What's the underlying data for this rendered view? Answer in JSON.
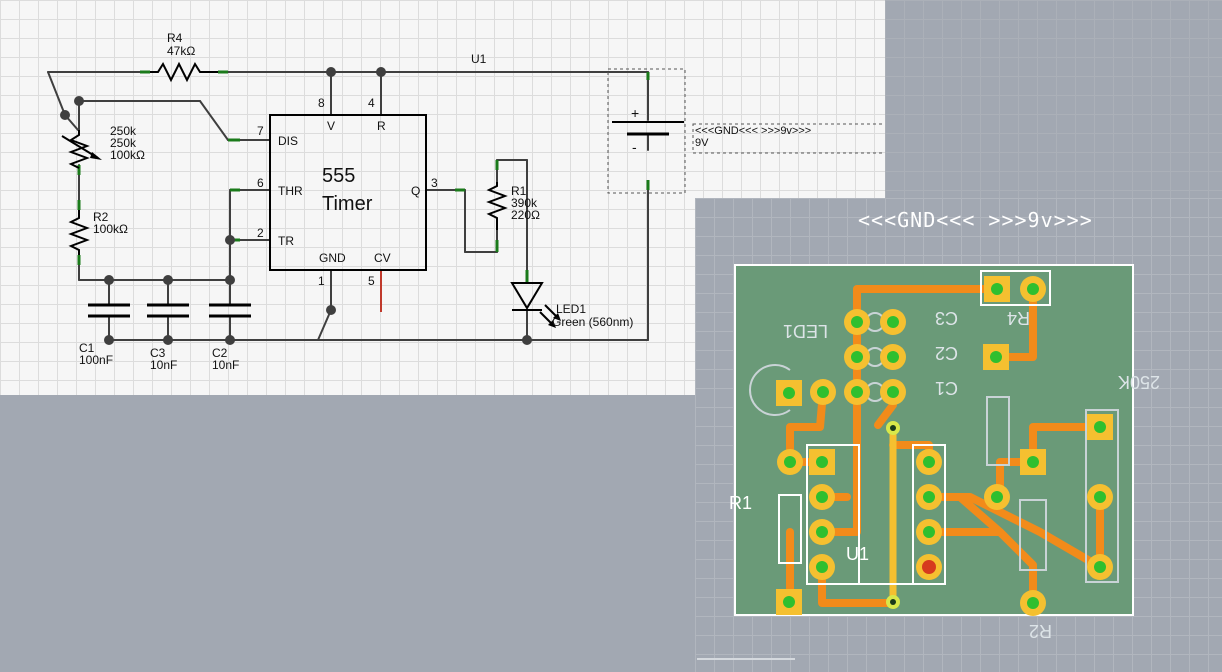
{
  "schematic": {
    "r4": {
      "ref": "R4",
      "value": "47kΩ"
    },
    "u1": {
      "ref": "U1"
    },
    "pot": {
      "line1": "250k",
      "line2": "250k",
      "line3": "100kΩ"
    },
    "r2": {
      "ref": "R2",
      "value": "100kΩ"
    },
    "r1": {
      "ref": "R1",
      "line1": "390k",
      "line2": "220Ω"
    },
    "led1": {
      "ref": "LED1",
      "value": "Green (560nm)"
    },
    "c1": {
      "ref": "C1",
      "value": "100nF"
    },
    "c3": {
      "ref": "C3",
      "value": "10nF"
    },
    "c2": {
      "ref": "C2",
      "value": "10nF"
    },
    "chip": {
      "title1": "555",
      "title2": "Timer",
      "pins": {
        "dis": "DIS",
        "thr": "THR",
        "tr": "TR",
        "v": "V",
        "r": "R",
        "q": "Q",
        "gnd": "GND",
        "cv": "CV"
      },
      "numbers": {
        "p8": "8",
        "p4": "4",
        "p7": "7",
        "p6": "6",
        "p2": "2",
        "p3": "3",
        "p1": "1",
        "p5": "5"
      }
    },
    "battery": {
      "plus": "+",
      "minus": "-",
      "label": "<<<GND<<< >>>9v>>>",
      "voltage": "9V"
    }
  },
  "pcb": {
    "silk_title": "<<<GND<<< >>>9v>>>",
    "labels": {
      "c3": "C3",
      "c2": "C2",
      "c1": "C1",
      "r4": "R4",
      "led1": "LED1",
      "pot": "250K",
      "r1": "R1",
      "u1": "U1",
      "r2": "R2"
    }
  },
  "colors": {
    "wire": "#3f3f3f",
    "pin_green": "#1a7a1a",
    "pcb_board": "#6a9a78",
    "trace": "#f28b1a",
    "pad": "#f5c030",
    "pad_hole": "#2fbf2f",
    "silk": "#ffffff",
    "red_pad": "#d63a1e"
  }
}
